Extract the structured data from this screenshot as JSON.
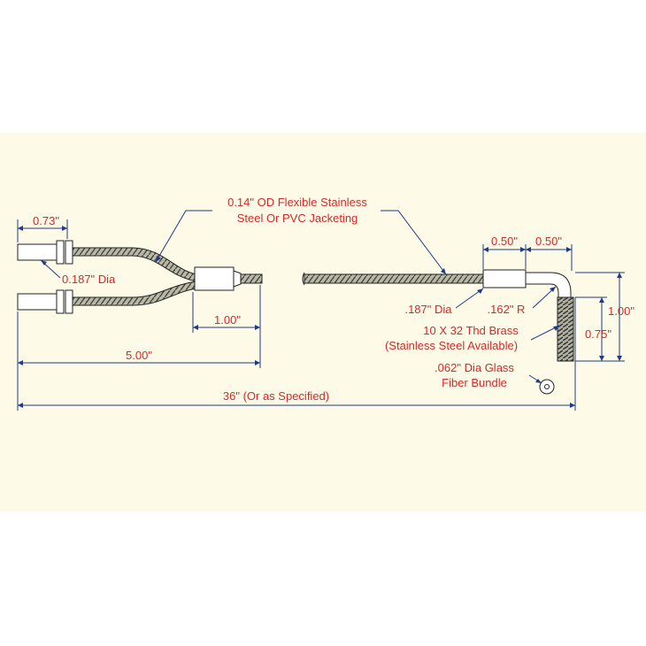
{
  "labels": {
    "jacketing_line1": "0.14\" OD Flexible Stainless",
    "jacketing_line2": "Steel Or PVC Jacketing",
    "dim_073": "0.73\"",
    "dia_0187": "0.187\" Dia",
    "dim_100_split": "1.00\"",
    "dim_500": "5.00\"",
    "dim_36": "36\" (Or as Specified)",
    "dim_050_a": "0.50\"",
    "dim_050_b": "0.50\"",
    "dia_187": ".187\" Dia",
    "radius_162": ".162\" R",
    "dim_100_right": "1.00\"",
    "dim_075": "0.75\"",
    "thread_line1": "10 X 32 Thd Brass",
    "thread_line2": "(Stainless Steel Available)",
    "fiber_line1": ".062\" Dia Glass",
    "fiber_line2": "Fiber Bundle"
  },
  "colors": {
    "background": "#fdfbe7",
    "label_text": "#d42a2a",
    "dimension_lines": "#1f3a8a"
  }
}
